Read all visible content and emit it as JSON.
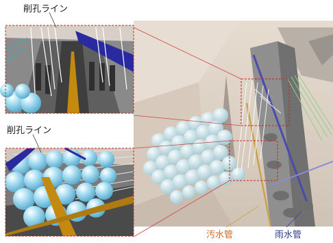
{
  "labels": {
    "drill_line_top": "削孔ライン",
    "drill_line_mid": "削孔ライン",
    "sewage_pipe": "汚水管",
    "rain_pipe": "雨水管"
  },
  "colors": {
    "sewage_pipe": "#c48a10",
    "rain_pipe": "#3a3aa0",
    "sphere": "#9fd9f0",
    "highlight_box": "#cc2222",
    "building": "#d9cdbf"
  }
}
